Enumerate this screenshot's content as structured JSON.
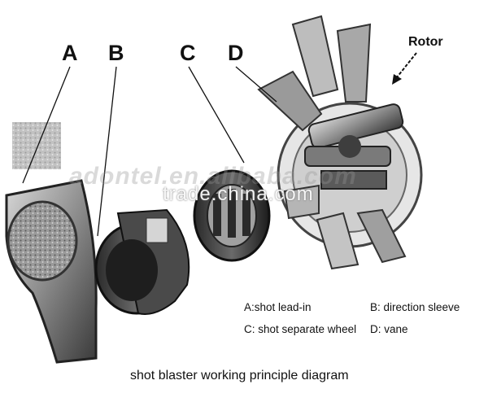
{
  "labels": {
    "a": "A",
    "b": "B",
    "c": "C",
    "d": "D",
    "rotor": "Rotor"
  },
  "legend": {
    "a": "A:shot lead-in",
    "b": "B: direction sleeve",
    "c": "C: shot separate wheel",
    "d": "D: vane"
  },
  "caption": "shot blaster working principle diagram",
  "watermarks": {
    "trade": "trade.china.com",
    "alibaba": "adontel.en.alibaba.com"
  }
}
